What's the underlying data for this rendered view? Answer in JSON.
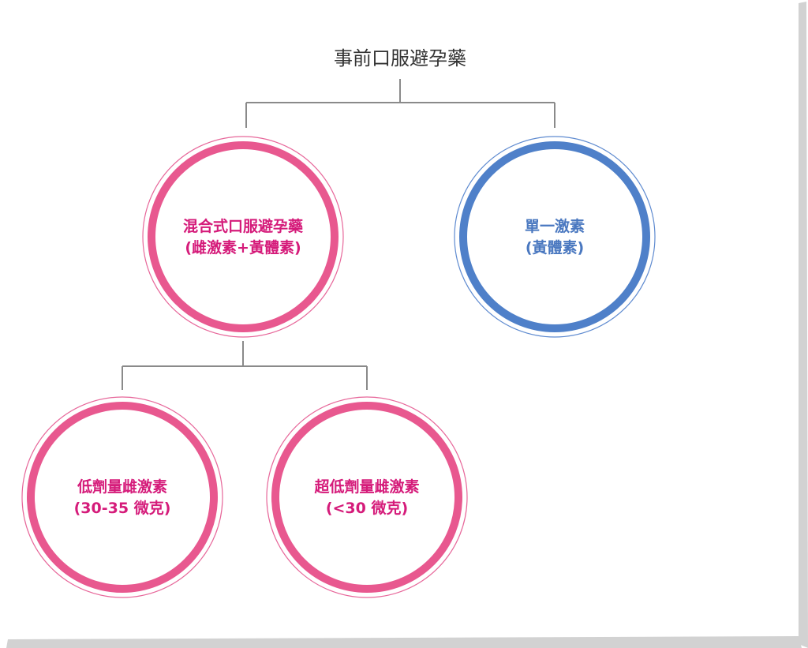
{
  "colors": {
    "connector": "#8a8a8a",
    "pink": "#e8588f",
    "pink_text": "#d51b7a",
    "pink_thin": "#e7679a",
    "blue": "#4f80c9",
    "blue_text": "#4a78c0",
    "blue_thin": "#5f8bd0",
    "root_text": "#333333",
    "paper_shadow": "#cccccc"
  },
  "root": {
    "label": "事前口服避孕藥"
  },
  "nodes": {
    "combined": {
      "line1": "混合式口服避孕藥",
      "line2": "(雌激素+黃體素)"
    },
    "single": {
      "line1": "單一激素",
      "line2": "(黃體素)"
    },
    "low_dose": {
      "line1": "低劑量雌激素",
      "line2": "(30-35 微克)"
    },
    "ultra_low_dose": {
      "line1": "超低劑量雌激素",
      "line2": "(<30 微克)"
    }
  }
}
